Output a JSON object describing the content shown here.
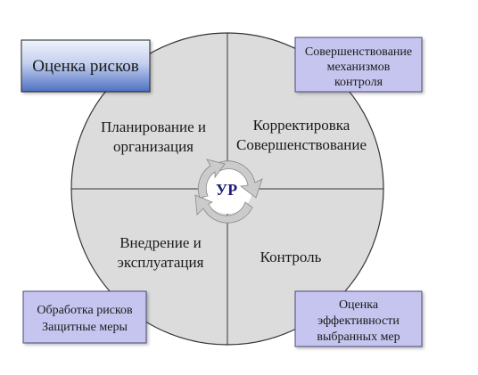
{
  "center": {
    "label": "УР"
  },
  "quadrants": {
    "top_left": [
      "Планирование и",
      "организация"
    ],
    "top_right": [
      "Корректировка",
      "Совершенствование"
    ],
    "bottom_left": [
      "Внедрение и",
      "эксплуатация"
    ],
    "bottom_right": [
      "Контроль"
    ]
  },
  "boxes": {
    "top_left": [
      "Оценка рисков"
    ],
    "top_right": [
      "Совершенствование",
      "механизмов",
      "контроля"
    ],
    "bottom_left": [
      "Обработка рисков",
      "Защитные меры"
    ],
    "bottom_right": [
      "Оценка",
      "эффективности",
      "выбранных мер"
    ]
  },
  "colors": {
    "circle_fill": "#dcdcdc",
    "box_fill": "#c5c5ef",
    "box_border": "#4a4a7a",
    "assessment_gradient_top": "#eef1fb",
    "assessment_gradient_bottom": "#5a7ac8",
    "cycle_arrow": "#c9c9c9",
    "center_text": "#1c1c7a"
  }
}
